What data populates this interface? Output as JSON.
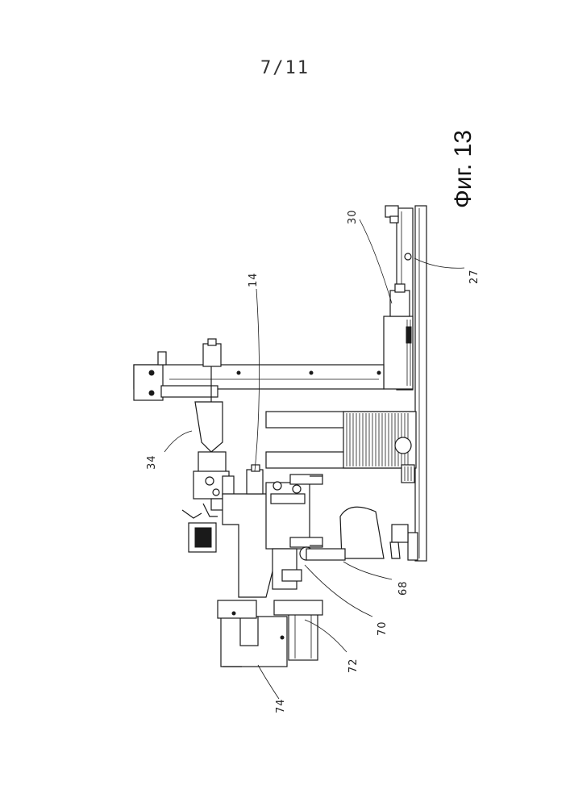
{
  "page_number": "7/11",
  "figure_title": "Фиг. 13",
  "reference_labels": [
    "30",
    "27",
    "14",
    "34",
    "68",
    "70",
    "72",
    "74"
  ]
}
